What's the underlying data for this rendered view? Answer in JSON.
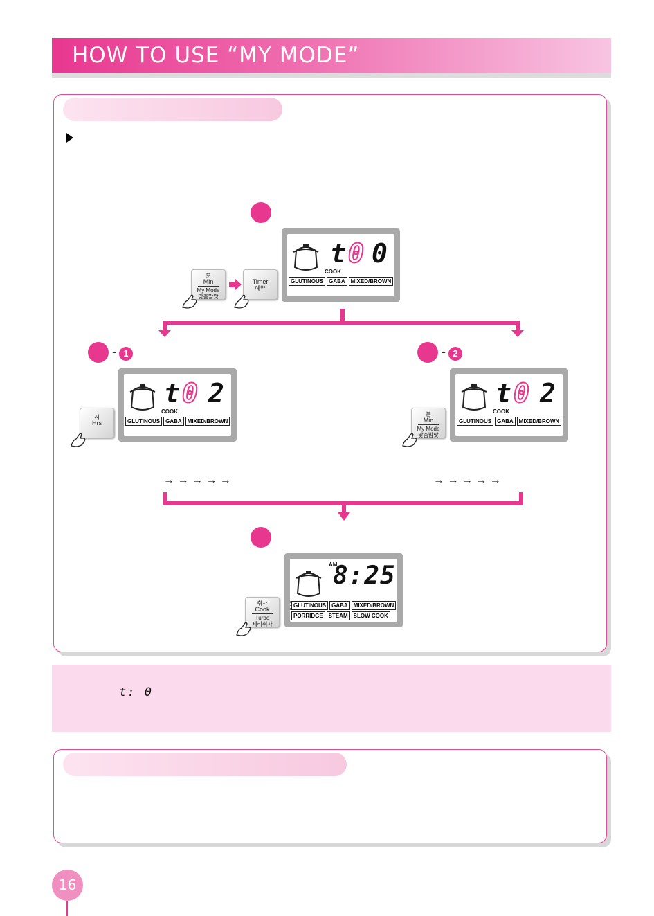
{
  "header": {
    "title": "HOW TO USE “MY MODE”"
  },
  "page_number": "16",
  "note": {
    "lcd_text": "t: 0"
  },
  "displays": {
    "top": {
      "digit1": "t",
      "digit2": "0",
      "digit3": "0",
      "cook": "COOK",
      "labels": [
        "GLUTINOUS",
        "GABA",
        "MIXED/BROWN"
      ]
    },
    "left": {
      "digit1": "t",
      "digit2": "0",
      "digit3": "2",
      "cook": "COOK",
      "labels": [
        "GLUTINOUS",
        "GABA",
        "MIXED/BROWN"
      ]
    },
    "right": {
      "digit1": "t",
      "digit2": "0",
      "digit3": "2",
      "cook": "COOK",
      "labels": [
        "GLUTINOUS",
        "GABA",
        "MIXED/BROWN"
      ]
    },
    "bottom": {
      "ampm": "AM",
      "time": "8:25",
      "labels_row1": [
        "GLUTINOUS",
        "GABA",
        "MIXED/BROWN"
      ],
      "labels_row2": [
        "PORRIDGE",
        "STEAM",
        "SLOW COOK"
      ]
    }
  },
  "buttons": {
    "min_mymode": {
      "top": "분",
      "main": "Min",
      "sub": "My Mode",
      "kor": "맞춤밥맛"
    },
    "timer": {
      "main": "Timer",
      "kor": "예약"
    },
    "hrs": {
      "top": "시",
      "main": "Hrs"
    },
    "cook_turbo": {
      "top": "취사",
      "main": "Cook",
      "sub": "Turbo",
      "kor": "제리취사"
    }
  },
  "steps": {
    "sub1": "1",
    "sub2": "2",
    "dash": "-"
  },
  "arrows": {
    "left": "→  →  →   →   →",
    "right": "→   →    →  →  →"
  },
  "colors": {
    "accent": "#e8378f",
    "pill": "#f7c9e0",
    "note_bg": "#fbdaed"
  }
}
